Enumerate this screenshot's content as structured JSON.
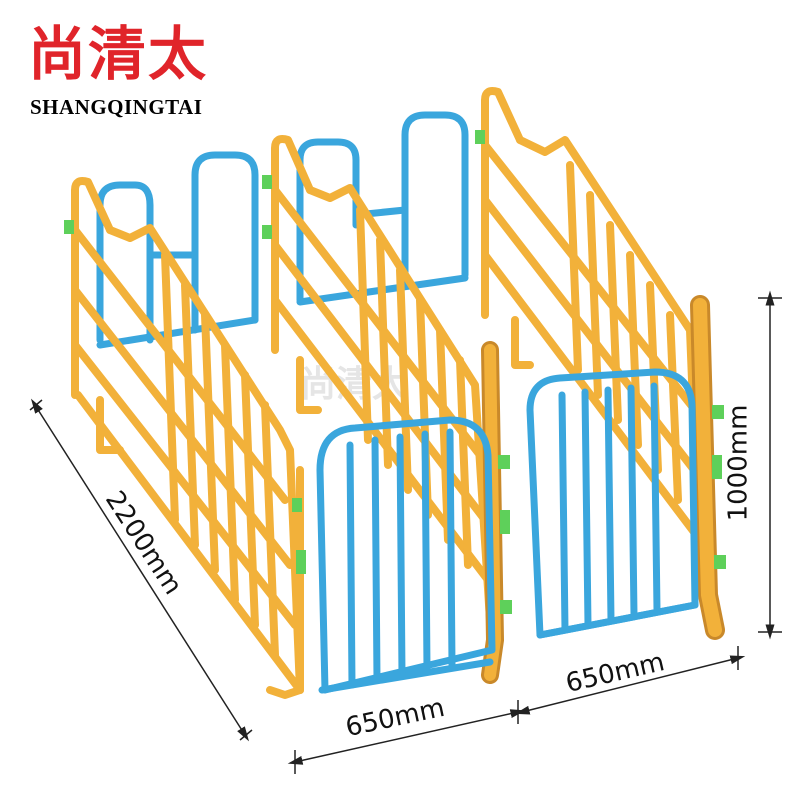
{
  "brand": {
    "name_cn": "尚清太",
    "name_en": "SHANGQINGTAI",
    "color": "#e0242a"
  },
  "dimensions": {
    "length": "2200mm",
    "height": "1000mm",
    "width_left": "650mm",
    "width_right": "650mm"
  },
  "watermark": {
    "text": "尚清太"
  },
  "colors": {
    "frame": "#f2b13a",
    "frame_shade": "#c9892a",
    "gate": "#3aa6dd",
    "gate_shade": "#1f78b4",
    "clip": "#5ed05a"
  }
}
